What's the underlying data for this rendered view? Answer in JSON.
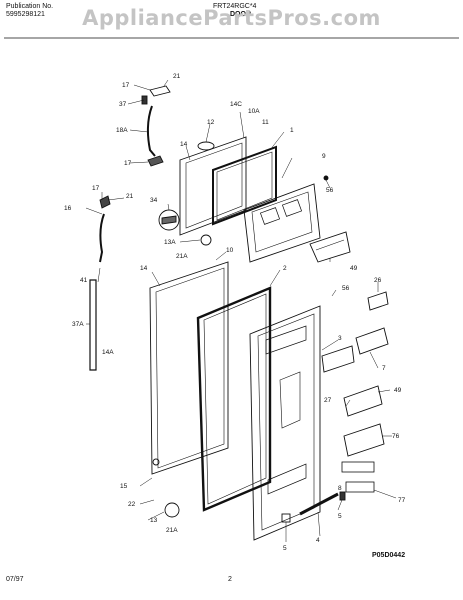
{
  "header": {
    "pub_label": "Publication No.",
    "pub_number": "5995298121",
    "model": "FRT24RGC*4",
    "section": "DOOR"
  },
  "watermark": "AppliancePartsPros.com",
  "footer": {
    "date": "07/97",
    "page": "2",
    "diagram_code": "P05D0442"
  },
  "callouts": {
    "c17a": "17",
    "c21a": "21",
    "c37": "37",
    "c18a": "18A",
    "c12": "12",
    "c14c": "14C",
    "c10a": "10A",
    "c11": "11",
    "c1": "1",
    "c14a_top": "14",
    "c17b": "17",
    "c9": "9",
    "c56a": "56",
    "c17c": "17",
    "c21b": "21",
    "c16": "16",
    "c34": "34",
    "c13a": "13A",
    "c21a_mid": "21A",
    "c10": "10",
    "c49a": "49",
    "c41": "41",
    "c14b": "14",
    "c2": "2",
    "c26": "26",
    "c56b": "56",
    "c37a": "37A",
    "c3": "3",
    "c14a": "14A",
    "c7": "7",
    "c27": "27",
    "c49b": "49",
    "c76": "76",
    "c15": "15",
    "c22": "22",
    "c13": "13",
    "c21a_bot": "21A",
    "c4": "4",
    "c8": "8",
    "c5a": "5",
    "c5b": "5",
    "c77": "77"
  }
}
